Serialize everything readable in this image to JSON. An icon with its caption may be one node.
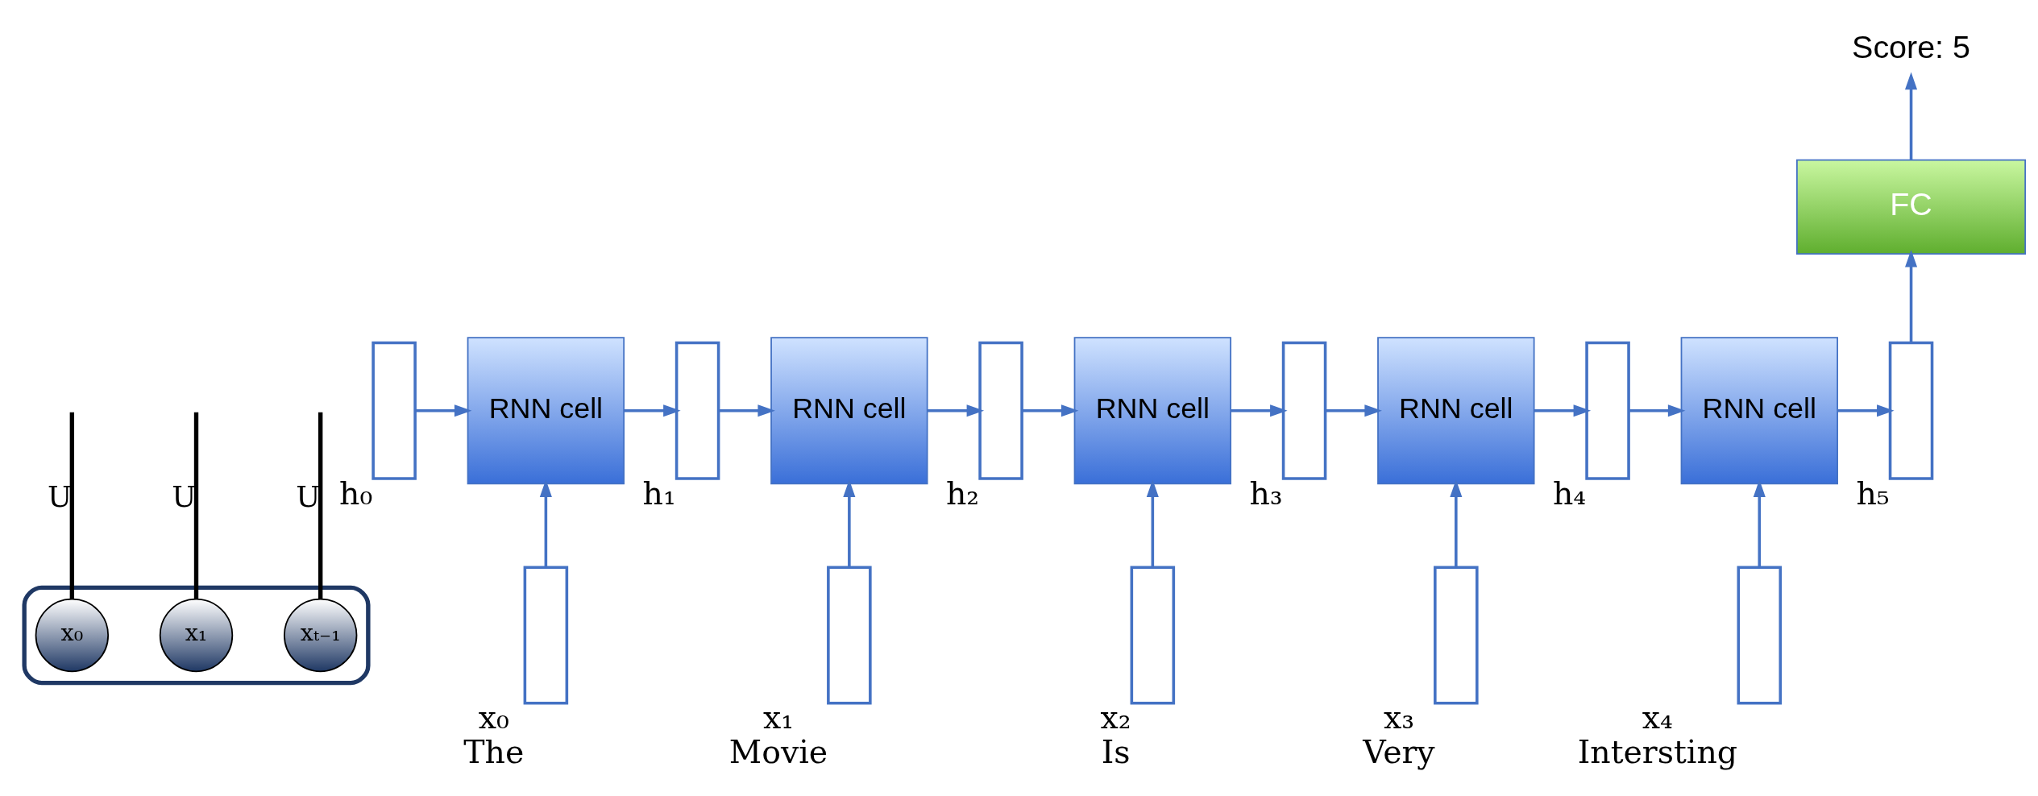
{
  "diagram": {
    "nodes": [
      {
        "text": [],
        "shape": "box"
      },
      {
        "text": [
          "x₀"
        ],
        "in": 0
      },
      {
        "text": [
          "x₁"
        ],
        "in": 0
      },
      {
        "text": [
          "xₜ₋₁"
        ],
        "in": 0
      },
      {
        "text": [
          "Score: 5"
        ]
      },
      {
        "text": [
          "FC"
        ]
      },
      {
        "text": [],
        "shape": "box",
        "beside": [
          "h₀"
        ]
      },
      {
        "text": [
          "RNN cell"
        ]
      },
      {
        "text": [],
        "shape": "box",
        "beside": [
          "h₁"
        ]
      },
      {
        "text": [
          "RNN cell"
        ]
      },
      {
        "text": [],
        "shape": "box",
        "beside": [
          "h₂"
        ]
      },
      {
        "text": [
          "RNN cell"
        ]
      },
      {
        "text": [],
        "shape": "box",
        "beside": [
          "h₃"
        ]
      },
      {
        "text": [
          "RNN cell"
        ]
      },
      {
        "text": [],
        "shape": "box",
        "beside": [
          "h₄"
        ]
      },
      {
        "text": [
          "RNN cell"
        ]
      },
      {
        "text": [],
        "shape": "box",
        "beside": [
          "h₅"
        ]
      },
      {
        "text": [],
        "shape": "box",
        "beside": [
          "x₀",
          "The"
        ]
      },
      {
        "text": [],
        "shape": "box",
        "beside": [
          "x₁",
          "Movie"
        ]
      },
      {
        "text": [],
        "shape": "box",
        "beside": [
          "x₂",
          "Is"
        ]
      },
      {
        "text": [],
        "shape": "box",
        "beside": [
          "x₃",
          "Very"
        ]
      },
      {
        "text": [],
        "shape": "box",
        "beside": [
          "x₄",
          "Intersting"
        ]
      }
    ],
    "edges": [
      {
        "from": 1,
        "to": null,
        "arrow": "none",
        "label": "U",
        "color": "#000000"
      },
      {
        "from": 2,
        "to": null,
        "arrow": "none",
        "label": "U",
        "color": "#000000"
      },
      {
        "from": 3,
        "to": null,
        "arrow": "none",
        "label": "U",
        "color": "#000000"
      },
      {
        "from": 6,
        "to": 7,
        "arrow": "to"
      },
      {
        "from": 7,
        "to": 8,
        "arrow": "to"
      },
      {
        "from": 8,
        "to": 9,
        "arrow": "to"
      },
      {
        "from": 9,
        "to": 10,
        "arrow": "to"
      },
      {
        "from": 10,
        "to": 11,
        "arrow": "to"
      },
      {
        "from": 11,
        "to": 12,
        "arrow": "to"
      },
      {
        "from": 12,
        "to": 13,
        "arrow": "to"
      },
      {
        "from": 13,
        "to": 14,
        "arrow": "to"
      },
      {
        "from": 14,
        "to": 15,
        "arrow": "to"
      },
      {
        "from": 15,
        "to": 16,
        "arrow": "to"
      },
      {
        "from": 17,
        "to": 7,
        "arrow": "to"
      },
      {
        "from": 18,
        "to": 9,
        "arrow": "to"
      },
      {
        "from": 19,
        "to": 11,
        "arrow": "to"
      },
      {
        "from": 20,
        "to": 13,
        "arrow": "to"
      },
      {
        "from": 21,
        "to": 15,
        "arrow": "to"
      },
      {
        "from": 16,
        "to": 5,
        "arrow": "to"
      },
      {
        "from": 5,
        "to": 4,
        "arrow": "to"
      }
    ]
  }
}
